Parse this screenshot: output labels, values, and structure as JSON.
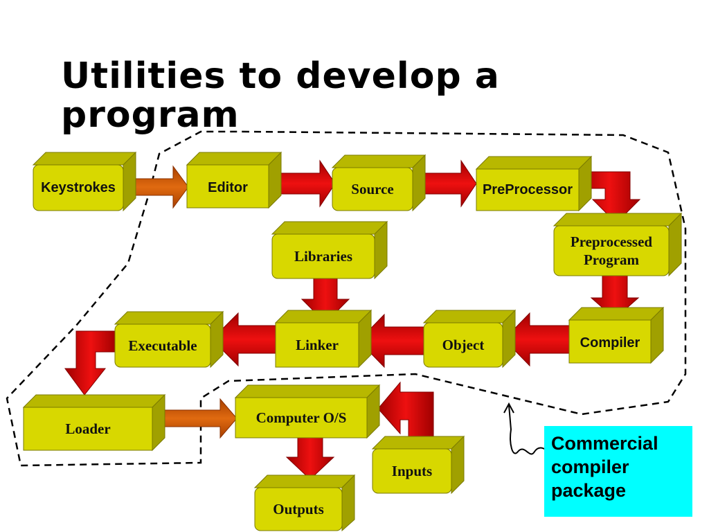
{
  "title": "Utilities to develop a program",
  "boxes": {
    "keystrokes": "Keystrokes",
    "editor": "Editor",
    "source": "Source",
    "preprocessor": "PreProcessor",
    "preprocessed_program_1": "Preprocessed",
    "preprocessed_program_2": "Program",
    "libraries": "Libraries",
    "compiler": "Compiler",
    "object": "Object",
    "linker": "Linker",
    "executable": "Executable",
    "loader": "Loader",
    "computer_os": "Computer O/S",
    "inputs": "Inputs",
    "outputs": "Outputs"
  },
  "callout": {
    "line1": "Commercial",
    "line2": "compiler",
    "line3": "package"
  },
  "colors": {
    "box_face": "#d8d800",
    "box_top": "#b8b800",
    "box_side": "#a0a000",
    "arrow_red": "#dd0000",
    "arrow_orange": "#d25a00",
    "callout_bg": "#00ffff"
  }
}
